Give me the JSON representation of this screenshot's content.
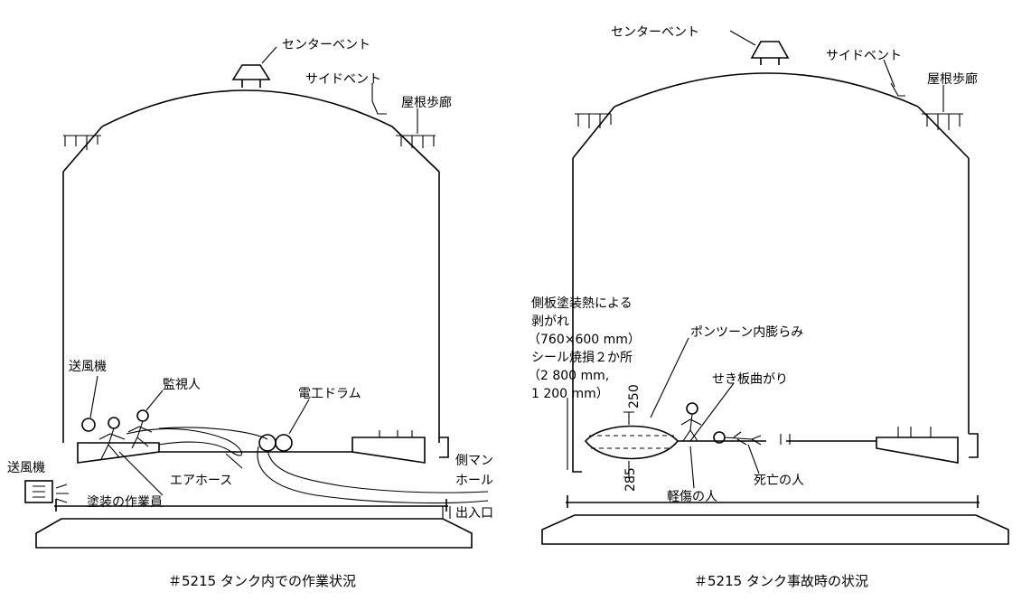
{
  "left_panel": {
    "caption": "＃5215 タンク内での作業状況",
    "labels": {
      "center_vent": "センターベント",
      "side_vent": "サイドベント",
      "roof_walkway": "屋根歩廊",
      "blower_upper": "送風機",
      "supervisor": "監視人",
      "cable_drum": "電工ドラム",
      "blower_left": "送風機",
      "side_manhole_1": "側マン",
      "side_manhole_2": "ホール",
      "air_hose": "エアホース",
      "painter": "塗装の作業員",
      "entrance": "出入口"
    }
  },
  "right_panel": {
    "caption": "＃5215 タンク事故時の状況",
    "labels": {
      "center_vent": "センターベント",
      "side_vent": "サイドベント",
      "roof_walkway": "屋根歩廊",
      "peel_line1": "側板塗装熱による",
      "peel_line2": "剥がれ",
      "peel_line3": "（760×600 mm）",
      "seal_line1": "シール焼損２か所",
      "seal_line2": "（2 800 mm,",
      "seal_line3": "1 200 mm）",
      "pontoon_bulge": "ポンツーン内膨らみ",
      "plate_bend": "せき板曲がり",
      "dim_upper": "250",
      "dim_lower": "285",
      "injured": "軽傷の人",
      "dead": "死亡の人"
    }
  }
}
